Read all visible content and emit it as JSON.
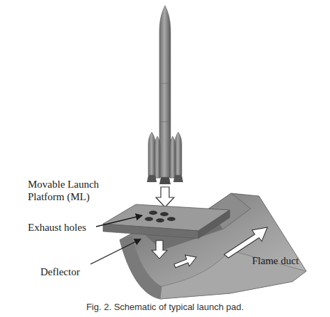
{
  "diagram": {
    "caption": "Fig. 2. Schematic of typical launch pad.",
    "labels": [
      "Movable Launch Platform (ML)",
      "Exhaust holes",
      "Deflector",
      "Flame duct"
    ]
  }
}
